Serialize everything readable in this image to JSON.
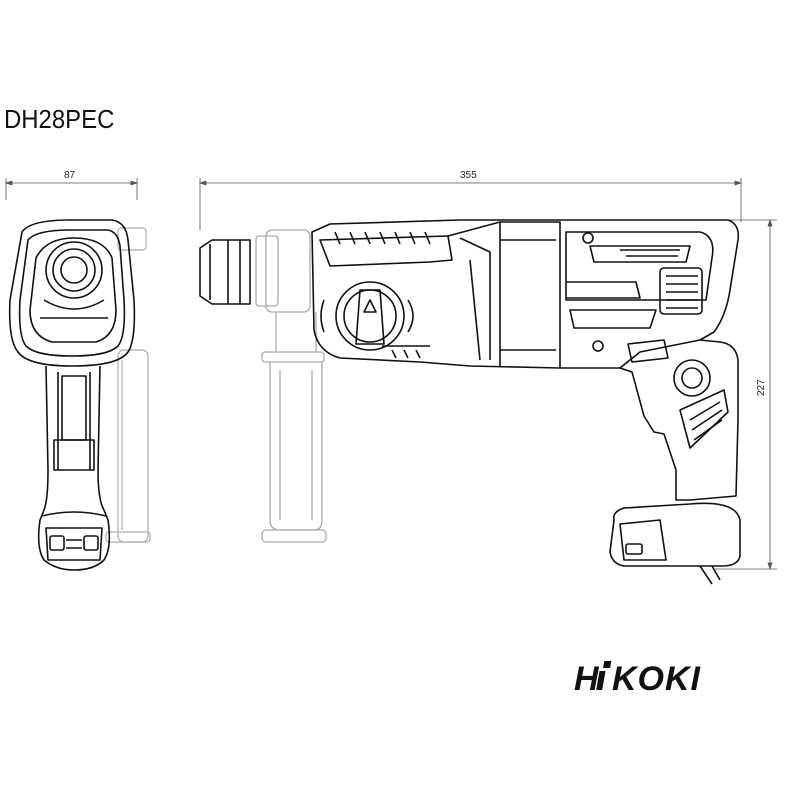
{
  "model": "DH28PEC",
  "dimensions": {
    "width_label": "87",
    "length_label": "355",
    "height_label": "227"
  },
  "brand": {
    "logo_text": "HiKOKI"
  },
  "colors": {
    "line": "#111111",
    "guide": "#b8b8b8",
    "dim": "#333333"
  }
}
